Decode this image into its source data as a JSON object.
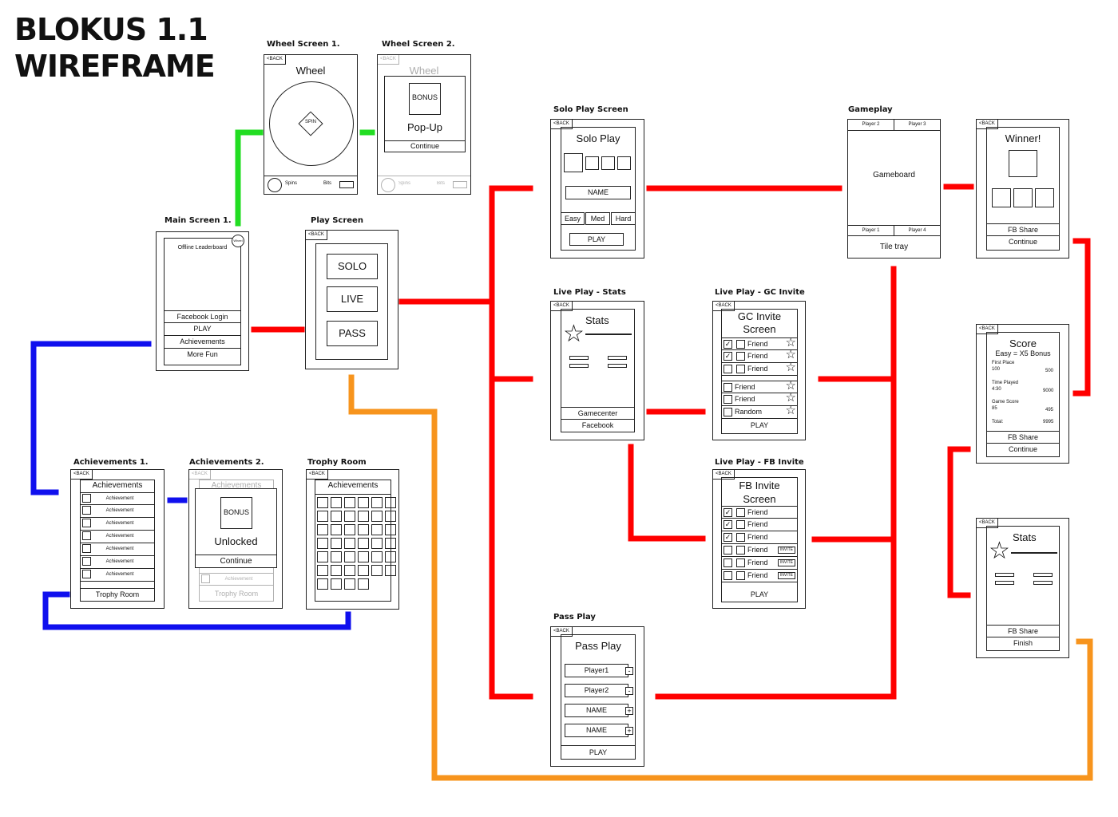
{
  "title_line1": "BLOKUS 1.1",
  "title_line2": "WIREFRAME",
  "back": "<BACK",
  "labels": {
    "wheel1": "Wheel Screen 1.",
    "wheel2": "Wheel Screen 2.",
    "solo": "Solo Play Screen",
    "gameplay": "Gameplay",
    "main": "Main Screen 1.",
    "play": "Play Screen",
    "livestats": "Live Play - Stats",
    "livegc": "Live Play - GC Invite",
    "ach1": "Achievements 1.",
    "ach2": "Achievements 2.",
    "trophy": "Trophy Room",
    "livefb": "Live Play - FB Invite",
    "pass": "Pass Play"
  },
  "wheel1": {
    "title": "Wheel",
    "spin": "SPIN",
    "spins": "Spins",
    "bits": "Bits"
  },
  "wheel2": {
    "title": "Wheel",
    "bonus": "BONUS",
    "popup": "Pop-Up",
    "continue": "Continue",
    "spins": "Spins",
    "bits": "Bits"
  },
  "main": {
    "leaderboard": "Offline Leaderboard",
    "wheel": "Wheel",
    "facebook": "Facebook Login",
    "play": "PLAY",
    "achievements": "Achievements",
    "more": "More Fun"
  },
  "play": {
    "solo": "SOLO",
    "live": "LIVE",
    "pass": "PASS"
  },
  "solo": {
    "title": "Solo Play",
    "name": "NAME",
    "easy": "Easy",
    "med": "Med",
    "hard": "Hard",
    "play": "PLAY"
  },
  "gameplay": {
    "p2": "Player 2",
    "p3": "Player 3",
    "board": "Gameboard",
    "p1": "Player 1",
    "p4": "Player 4",
    "tray": "Tile tray"
  },
  "winner": {
    "title": "Winner!",
    "share": "FB Share",
    "continue": "Continue"
  },
  "livestats": {
    "title": "Stats",
    "gamecenter": "Gamecenter",
    "facebook": "Facebook"
  },
  "gc": {
    "title1": "GC Invite",
    "title2": "Screen",
    "friend": "Friend",
    "random": "Random",
    "play": "PLAY"
  },
  "score": {
    "title": "Score",
    "bonus": "Easy = X5 Bonus",
    "first": "First Place",
    "first_a": "100",
    "first_b": "500",
    "time": "Time Played",
    "time_a": "4:30",
    "time_b": "9000",
    "game": "Game Score",
    "game_a": "85",
    "game_b": "495",
    "total": "Total:",
    "total_b": "9995",
    "share": "FB Share",
    "continue": "Continue"
  },
  "ach1": {
    "title": "Achievements",
    "item": "Achievement",
    "trophy": "Trophy Room"
  },
  "ach2": {
    "title": "Achievements",
    "bonus": "BONUS",
    "unlocked": "Unlocked",
    "continue": "Continue",
    "item": "Achievement",
    "trophy": "Trophy Room"
  },
  "trophy": {
    "title": "Achievements"
  },
  "fb": {
    "title1": "FB Invite",
    "title2": "Screen",
    "friend": "Friend",
    "invite": "INVITE",
    "play": "PLAY"
  },
  "finalstats": {
    "title": "Stats",
    "share": "FB Share",
    "finish": "Finish"
  },
  "pass": {
    "title": "Pass Play",
    "p1": "Player1",
    "p2": "Player2",
    "name": "NAME",
    "play": "PLAY",
    "minus": "-",
    "plus": "+"
  },
  "colors": {
    "red": "#ff0000",
    "green": "#22dd22",
    "blue": "#1010ee",
    "orange": "#f7941d"
  }
}
